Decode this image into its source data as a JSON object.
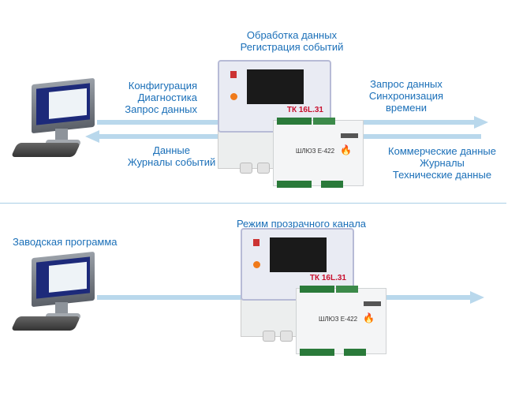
{
  "top": {
    "header": [
      "Обработка данных",
      "Регистрация событий"
    ],
    "left_out": [
      "Конфигурация",
      "Диагностика",
      "Запрос данных"
    ],
    "left_in": [
      "Данные",
      "Журналы событий"
    ],
    "right_out": [
      "Запрос данных",
      "Синхронизация",
      "времени"
    ],
    "right_in": [
      "Коммерческие данные",
      "Журналы",
      "Технические данные"
    ]
  },
  "bottom": {
    "header": "Режим прозрачного канала",
    "left_label": "Заводская программа"
  },
  "device": {
    "controller_label": "ТК 16L.31",
    "gateway_label": "ШЛЮЗ Е-422"
  },
  "colors": {
    "text": "#1a6fb8",
    "arrow": "#b9d8ec"
  }
}
